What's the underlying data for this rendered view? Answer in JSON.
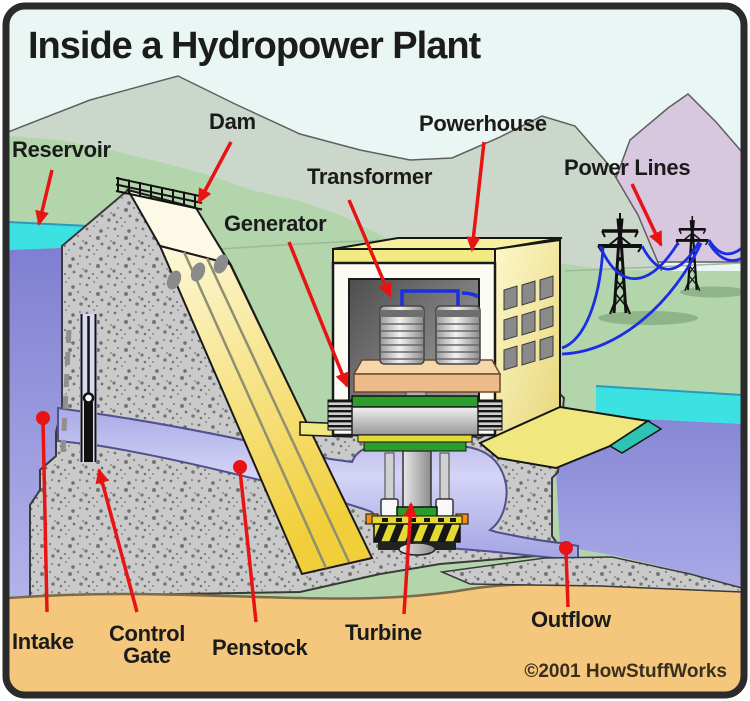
{
  "title": "Inside a Hydropower Plant",
  "copyright": "©2001 HowStuffWorks",
  "labels": {
    "reservoir": "Reservoir",
    "dam": "Dam",
    "generator": "Generator",
    "transformer": "Transformer",
    "powerhouse": "Powerhouse",
    "power_lines": "Power Lines",
    "intake": "Intake",
    "control_gate_line1": "Control",
    "control_gate_line2": "Gate",
    "penstock": "Penstock",
    "turbine": "Turbine",
    "outflow": "Outflow"
  },
  "colors": {
    "leader_red": "#e81414",
    "water_surface_cyan": "#3ce2e2",
    "deep_water_purple": "#8888d6",
    "penstock_water": "#bcbcee",
    "dam_face_yellow": "#f2d23e",
    "powerhouse_yellow": "#f2ea82",
    "earth_tan": "#f4c77c",
    "hills_green": "#b3d5ab",
    "mountain_purple": "#d7c7df",
    "mountain_gray_green": "#ccd7cb",
    "sky": "#e9f6f4",
    "concrete_gray": "#cacaca",
    "power_line_blue": "#1c2fe0"
  }
}
